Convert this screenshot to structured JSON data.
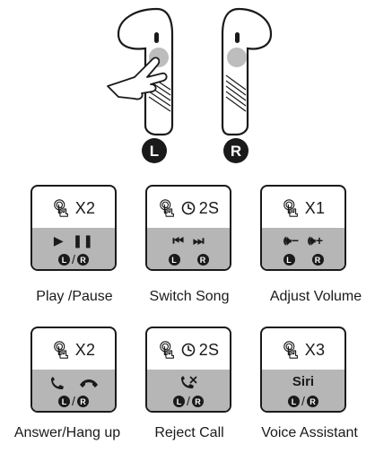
{
  "earbuds": {
    "left_badge": "L",
    "right_badge": "R"
  },
  "cards": [
    {
      "gesture": "X2",
      "timer": "",
      "controls": [
        "▶",
        "❚❚"
      ],
      "bottom_type": "lr",
      "label": "Play /Pause"
    },
    {
      "gesture": "",
      "timer": "2S",
      "controls": [
        "⏮",
        "⏭"
      ],
      "bottom_type": "pair",
      "label": "Switch Song"
    },
    {
      "gesture": "X1",
      "timer": "",
      "controls": [
        "🕪−",
        "🕪+"
      ],
      "bottom_type": "pair",
      "label": "Adjust Volume"
    },
    {
      "gesture": "X2",
      "timer": "",
      "controls": [
        "answer",
        "hangup"
      ],
      "bottom_type": "lr",
      "label": "Answer/Hang up"
    },
    {
      "gesture": "",
      "timer": "2S",
      "controls": [
        "reject"
      ],
      "bottom_type": "lr",
      "label": "Reject Call"
    },
    {
      "gesture": "X3",
      "timer": "",
      "controls": [
        "Siri"
      ],
      "bottom_type": "lr",
      "label": "Voice Assistant"
    }
  ],
  "lr": {
    "left": "L",
    "slash": "/",
    "right": "R"
  }
}
